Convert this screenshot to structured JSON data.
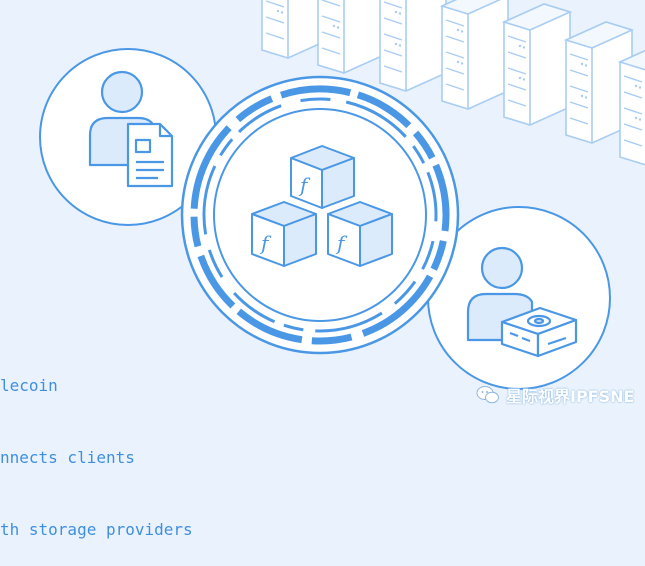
{
  "caption": {
    "line1": "lecoin",
    "line2": "nnects clients",
    "line3": "th storage providers"
  },
  "watermark": {
    "text": "星际视界IPFSNE",
    "icon": "wechat-icon"
  },
  "icons": {
    "center": "filecoin-cubes-icon",
    "client": "client-with-document-icon",
    "provider": "storage-provider-icon",
    "servers": "server-racks-illustration"
  },
  "colors": {
    "background": "#eaf3fd",
    "stroke": "#4a97e6",
    "fill_light": "#dcebfb",
    "white": "#ffffff"
  }
}
